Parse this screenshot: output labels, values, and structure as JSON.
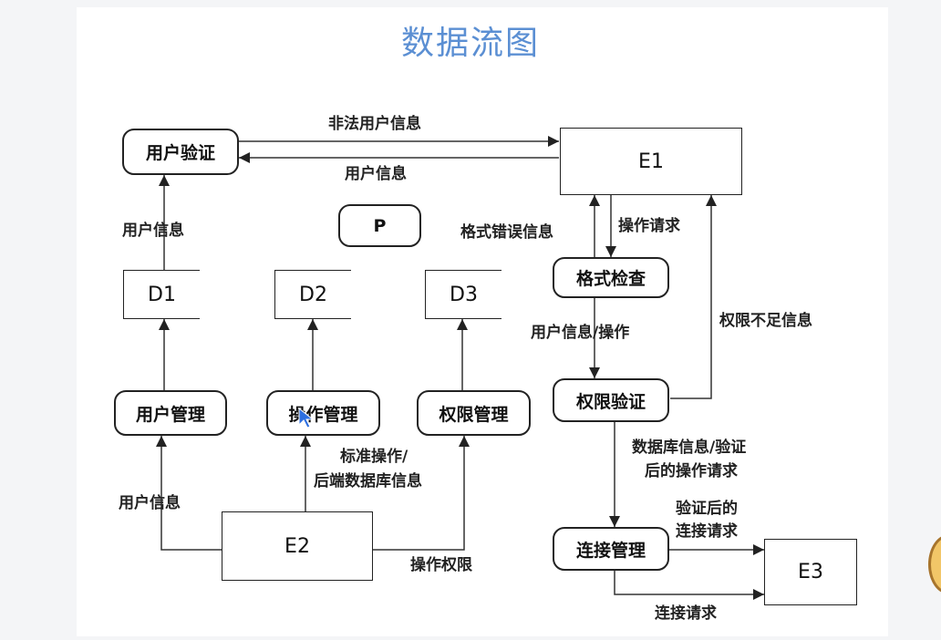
{
  "title": "数据流图",
  "processes": {
    "user_auth": "用户验证",
    "p": "P",
    "format_check": "格式检查",
    "perm_verify": "权限验证",
    "user_mgmt": "用户管理",
    "op_mgmt": "操作管理",
    "perm_mgmt": "权限管理",
    "conn_mgmt": "连接管理"
  },
  "entities": {
    "e1": "E1",
    "e2": "E2",
    "e3": "E3"
  },
  "stores": {
    "d1": "D1",
    "d2": "D2",
    "d3": "D3"
  },
  "flows": {
    "illegal_user_info": "非法用户信息",
    "user_info_top": "用户信息",
    "user_info_d1": "用户信息",
    "format_error_info": "格式错误信息",
    "op_request": "操作请求",
    "user_info_op": "用户信息/操作",
    "insufficient_perm": "权限不足信息",
    "db_info_l1": "数据库信息/验证",
    "db_info_l2": "后的操作请求",
    "verified_l1": "验证后的",
    "verified_l2": "连接请求",
    "conn_request": "连接请求",
    "std_op_l1": "标准操作/",
    "std_op_l2": "后端数据库信息",
    "user_info_e2": "用户信息",
    "op_perm": "操作权限"
  }
}
